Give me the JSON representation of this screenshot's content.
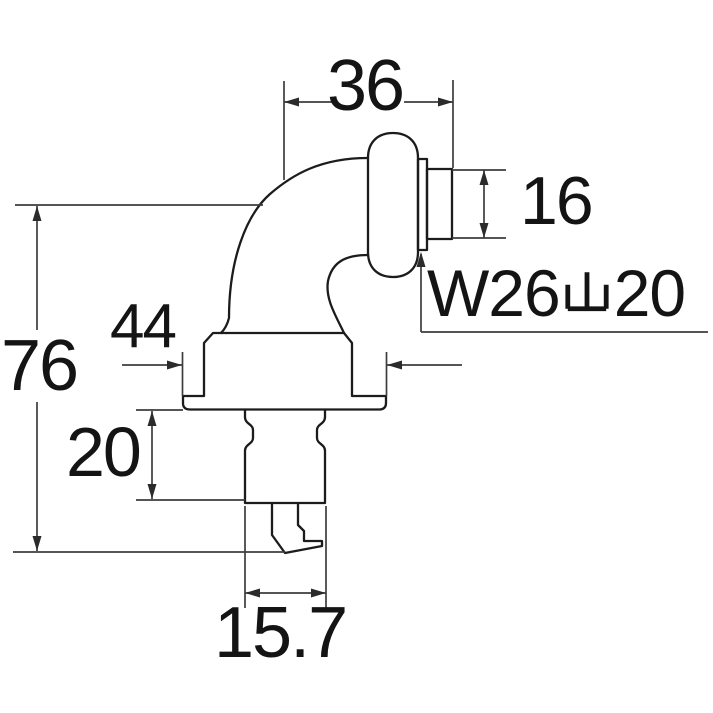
{
  "colors": {
    "background": "#ffffff",
    "part_outline": "#1c1c1c",
    "dimension_lines": "#3d3d3d",
    "text": "#141414"
  },
  "dimensions": {
    "top_width": "36",
    "outlet_diameter": "16",
    "overall_height": "76",
    "flange_width": "44",
    "shank_length": "20",
    "tail_width": "15.7",
    "thread_spec_full": "W26山20",
    "thread_spec_prefix": "W26",
    "thread_spec_symbol": "山",
    "thread_spec_suffix": "20"
  }
}
